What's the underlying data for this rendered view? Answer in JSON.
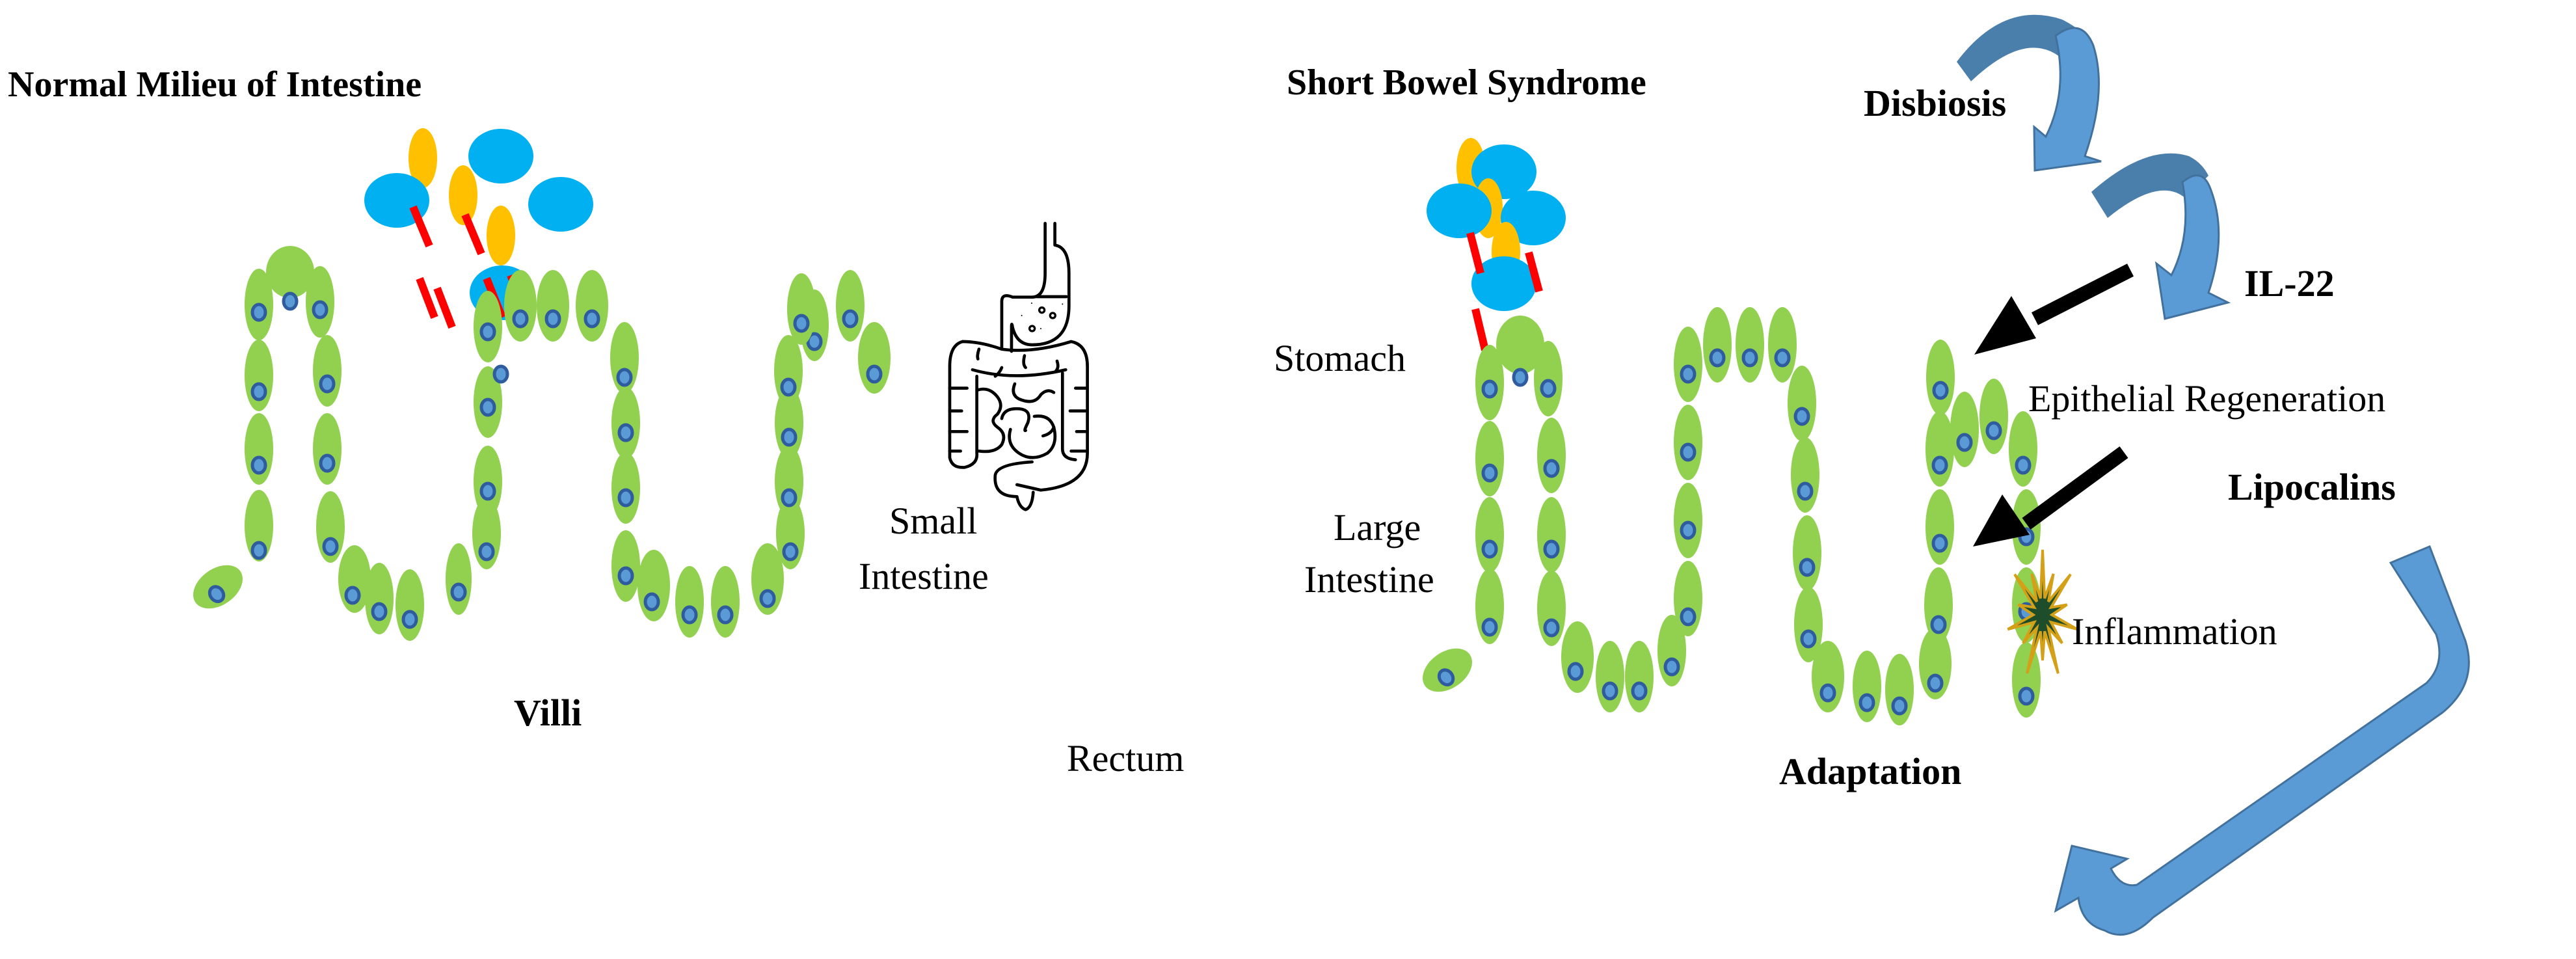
{
  "figure": {
    "left_panel": {
      "title": "Normal Milieu of Intestine",
      "villi_label": "Villi"
    },
    "center_panel": {
      "organ_labels": {
        "stomach": "Stomach",
        "small_intestine_line1": "Small",
        "small_intestine_line2": "Intestine",
        "large_intestine_line1": "Large",
        "large_intestine_line2": "Intestine",
        "rectum": "Rectum"
      }
    },
    "right_panel": {
      "title": "Short Bowel Syndrome",
      "adaptation_label": "Adaptation",
      "pathway": {
        "disbiosis": "Disbiosis",
        "il22": "IL-22",
        "epithelial_regeneration": "Epithelial Regeneration",
        "lipocalins": "Lipocalins",
        "inflammation": "Inflammation"
      }
    },
    "legend_colors": {
      "epithelial_cell": "#92d050",
      "nucleus": "#5b9bd5",
      "rod_bacteria": "#ffc000",
      "cocci_bacteria": "#00b0f0",
      "barrier_dash": "#ff0000",
      "cycle_arrow": "#5b9bd5",
      "inflammation_marker": "#1e4d2b"
    }
  }
}
